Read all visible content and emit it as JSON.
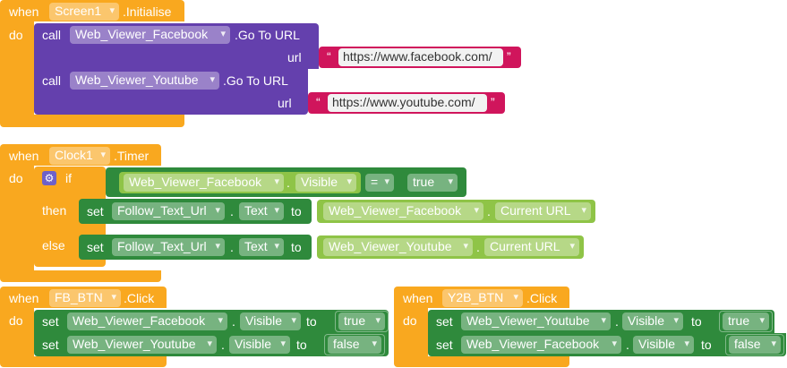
{
  "keywords": {
    "when": "when",
    "do": "do",
    "call": "call",
    "url": "url",
    "if": "if",
    "then": "then",
    "else": "else",
    "set": "set",
    "to": "to",
    "dot": ".",
    "eq": "=",
    "quote_open": "“",
    "quote_close": "”"
  },
  "screen_init": {
    "component": "Screen1",
    "event": ".Initialise",
    "calls": [
      {
        "component": "Web_Viewer_Facebook",
        "method": ".Go To URL",
        "url": "https://www.facebook.com/"
      },
      {
        "component": "Web_Viewer_Youtube",
        "method": ".Go To URL",
        "url": "https://www.youtube.com/"
      }
    ]
  },
  "clock": {
    "component": "Clock1",
    "event": ".Timer",
    "condition": {
      "component": "Web_Viewer_Facebook",
      "property": "Visible",
      "op": "=",
      "value": "true"
    },
    "then_set": {
      "component": "Follow_Text_Url",
      "property": "Text",
      "src_component": "Web_Viewer_Facebook",
      "src_property": "Current URL"
    },
    "else_set": {
      "component": "Follow_Text_Url",
      "property": "Text",
      "src_component": "Web_Viewer_Youtube",
      "src_property": "Current URL"
    }
  },
  "fb_btn": {
    "component": "FB_BTN",
    "event": ".Click",
    "sets": [
      {
        "component": "Web_Viewer_Facebook",
        "property": "Visible",
        "value": "true"
      },
      {
        "component": "Web_Viewer_Youtube",
        "property": "Visible",
        "value": "false"
      }
    ]
  },
  "y2b_btn": {
    "component": "Y2B_BTN",
    "event": ".Click",
    "sets": [
      {
        "component": "Web_Viewer_Youtube",
        "property": "Visible",
        "value": "true"
      },
      {
        "component": "Web_Viewer_Facebook",
        "property": "Visible",
        "value": "false"
      }
    ]
  },
  "colors": {
    "event": "#f9a81f",
    "component_call": "#6440ad",
    "text_string": "#d0155c",
    "setter": "#2f8a3c",
    "getter": "#8fc447",
    "gear": "#6e61c9"
  }
}
